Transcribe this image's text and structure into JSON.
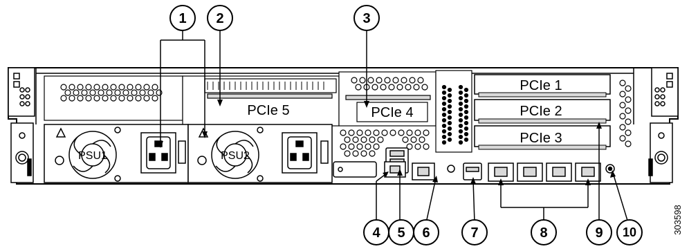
{
  "callouts": [
    "1",
    "2",
    "3",
    "4",
    "5",
    "6",
    "7",
    "8",
    "9",
    "10"
  ],
  "slot_labels": {
    "pcie1": "PCIe 1",
    "pcie2": "PCIe 2",
    "pcie3": "PCIe 3",
    "pcie4": "PCIe 4",
    "pcie5": "PCIe 5"
  },
  "psu_labels": [
    "PSU1",
    "PSU2"
  ],
  "figure_id": "303598",
  "colors": {
    "line": "#000000",
    "chassis_fill": "#ffffff",
    "port_fill": "#d9d9d9",
    "background": "#ffffff"
  },
  "icons": [
    "warning-icon",
    "ground-icon",
    "ac-inlet-icon",
    "fan-icon",
    "rj45-port-icon",
    "usb-port-icon"
  ]
}
